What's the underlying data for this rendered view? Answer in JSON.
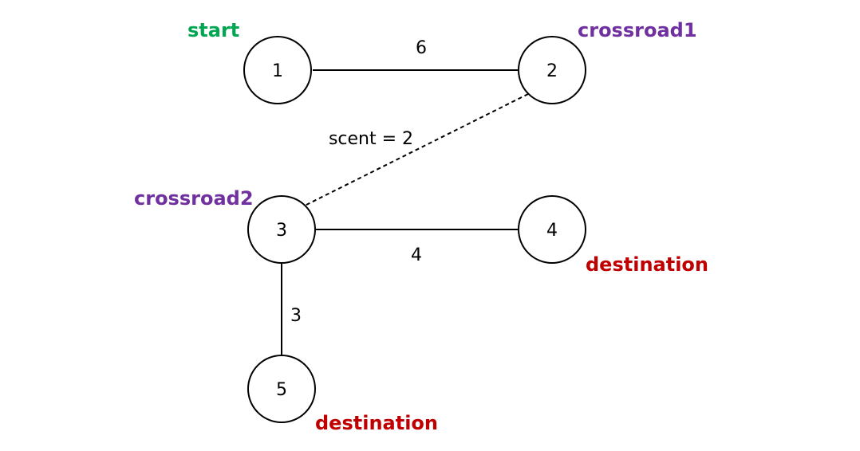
{
  "colors": {
    "start": "#00a651",
    "crossroad": "#7030a0",
    "destination": "#c00000",
    "stroke": "#000000"
  },
  "nodes": [
    {
      "id": "1",
      "label": "1"
    },
    {
      "id": "2",
      "label": "2"
    },
    {
      "id": "3",
      "label": "3"
    },
    {
      "id": "4",
      "label": "4"
    },
    {
      "id": "5",
      "label": "5"
    }
  ],
  "edges": [
    {
      "from": "1",
      "to": "2",
      "label": "6",
      "style": "solid"
    },
    {
      "from": "2",
      "to": "3",
      "label": "scent = 2",
      "style": "dashed"
    },
    {
      "from": "3",
      "to": "4",
      "label": "4",
      "style": "solid"
    },
    {
      "from": "3",
      "to": "5",
      "label": "3",
      "style": "solid"
    }
  ],
  "roles": {
    "start": "start",
    "crossroad1": "crossroad1",
    "crossroad2": "crossroad2",
    "destination_4": "destination",
    "destination_5": "destination"
  }
}
